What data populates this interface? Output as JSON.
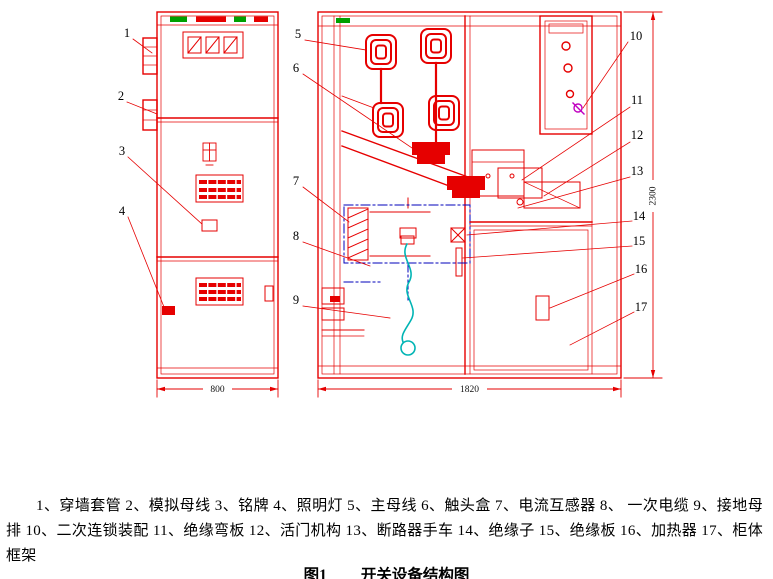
{
  "drawing": {
    "callouts": [
      "1",
      "2",
      "3",
      "4",
      "5",
      "6",
      "7",
      "8",
      "9",
      "10",
      "11",
      "12",
      "13",
      "14",
      "15",
      "16",
      "17"
    ],
    "dimensions": {
      "front_width": "800",
      "side_width": "1820",
      "height": "2300"
    },
    "colors": {
      "line_red": "#e60000",
      "outline_blue": "#0000bb",
      "cable_cyan": "#00b4b4",
      "tag_green": "#00a000",
      "mark_magenta": "#c000c0"
    }
  },
  "caption": {
    "parts_text": "1、穿墙套管 2、模拟母线 3、铭牌 4、照明灯 5、主母线  6、触头盒  7、电流互感器  8、 一次电缆  9、接地母排  10、二次连锁装配 11、绝缘弯板 12、活门机构  13、断路器手车  14、绝缘子  15、绝缘板  16、加热器 17、柜体框架",
    "figure_label": "图1",
    "figure_title": "开关设备结构图",
    "parts": [
      {
        "no": "1",
        "name": "穿墙套管"
      },
      {
        "no": "2",
        "name": "模拟母线"
      },
      {
        "no": "3",
        "name": "铭牌"
      },
      {
        "no": "4",
        "name": "照明灯"
      },
      {
        "no": "5",
        "name": "主母线"
      },
      {
        "no": "6",
        "name": "触头盒"
      },
      {
        "no": "7",
        "name": "电流互感器"
      },
      {
        "no": "8",
        "name": "一次电缆"
      },
      {
        "no": "9",
        "name": "接地母排"
      },
      {
        "no": "10",
        "name": "二次连锁装配"
      },
      {
        "no": "11",
        "name": "绝缘弯板"
      },
      {
        "no": "12",
        "name": "活门机构"
      },
      {
        "no": "13",
        "name": "断路器手车"
      },
      {
        "no": "14",
        "name": "绝缘子"
      },
      {
        "no": "15",
        "name": "绝缘板"
      },
      {
        "no": "16",
        "name": "加热器"
      },
      {
        "no": "17",
        "name": "柜体框架"
      }
    ]
  }
}
